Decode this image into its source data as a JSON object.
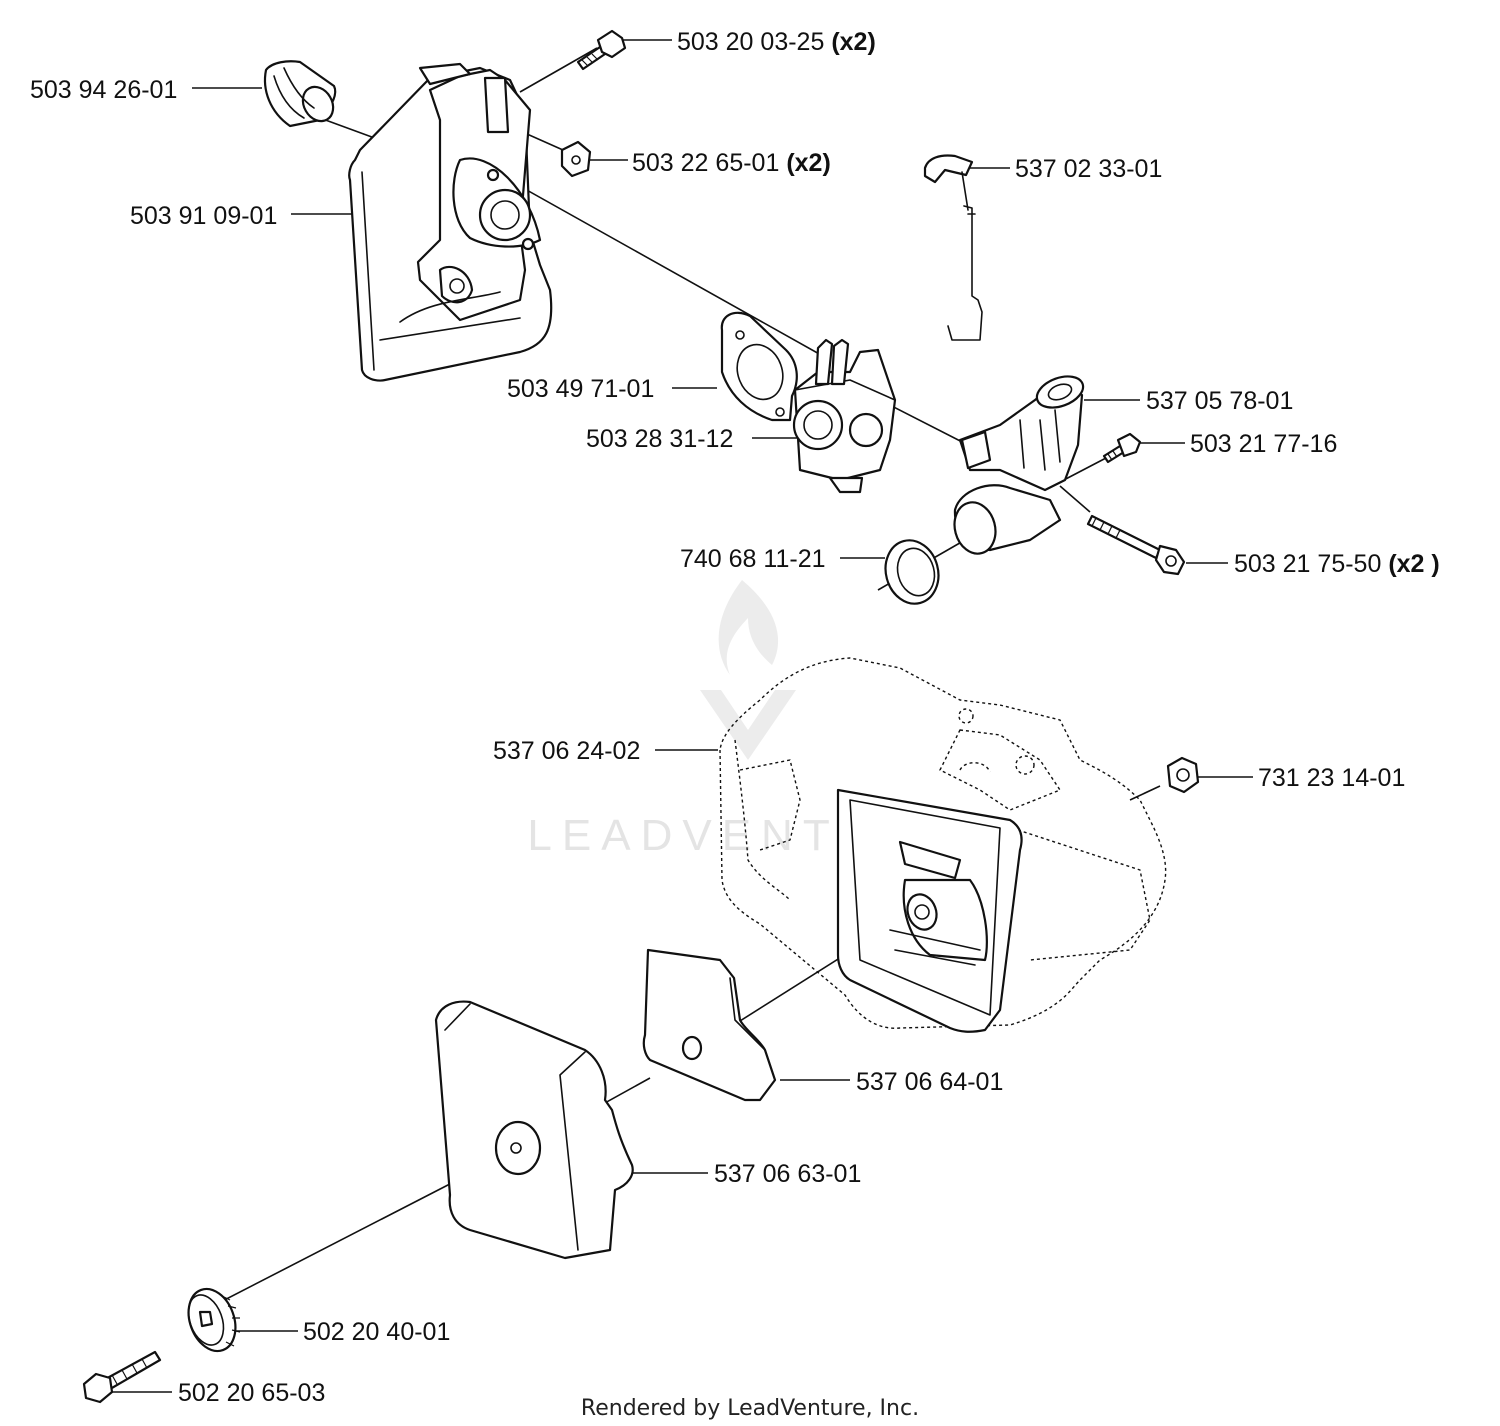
{
  "parts": [
    {
      "number": "503 20 03-25",
      "qty": "(x2)"
    },
    {
      "number": "503 94 26-01",
      "qty": ""
    },
    {
      "number": "503 22 65-01",
      "qty": "(x2)"
    },
    {
      "number": "537 02 33-01",
      "qty": ""
    },
    {
      "number": "503 91 09-01",
      "qty": ""
    },
    {
      "number": "503 49 71-01",
      "qty": ""
    },
    {
      "number": "537 05 78-01",
      "qty": ""
    },
    {
      "number": "503 28 31-12",
      "qty": ""
    },
    {
      "number": "503 21 77-16",
      "qty": ""
    },
    {
      "number": "740 68 11-21",
      "qty": ""
    },
    {
      "number": "503 21 75-50",
      "qty": "(x2 )"
    },
    {
      "number": "537 06 24-02",
      "qty": ""
    },
    {
      "number": "731 23 14-01",
      "qty": ""
    },
    {
      "number": "537 06 64-01",
      "qty": ""
    },
    {
      "number": "537 06 63-01",
      "qty": ""
    },
    {
      "number": "502 20 40-01",
      "qty": ""
    },
    {
      "number": "502 20 65-03",
      "qty": ""
    }
  ],
  "watermark": "LEADVENTURE",
  "footer": "Rendered by LeadVenture, Inc.",
  "colors": {
    "line": "#111111",
    "watermark": "#e4e4e4",
    "background": "#ffffff"
  }
}
